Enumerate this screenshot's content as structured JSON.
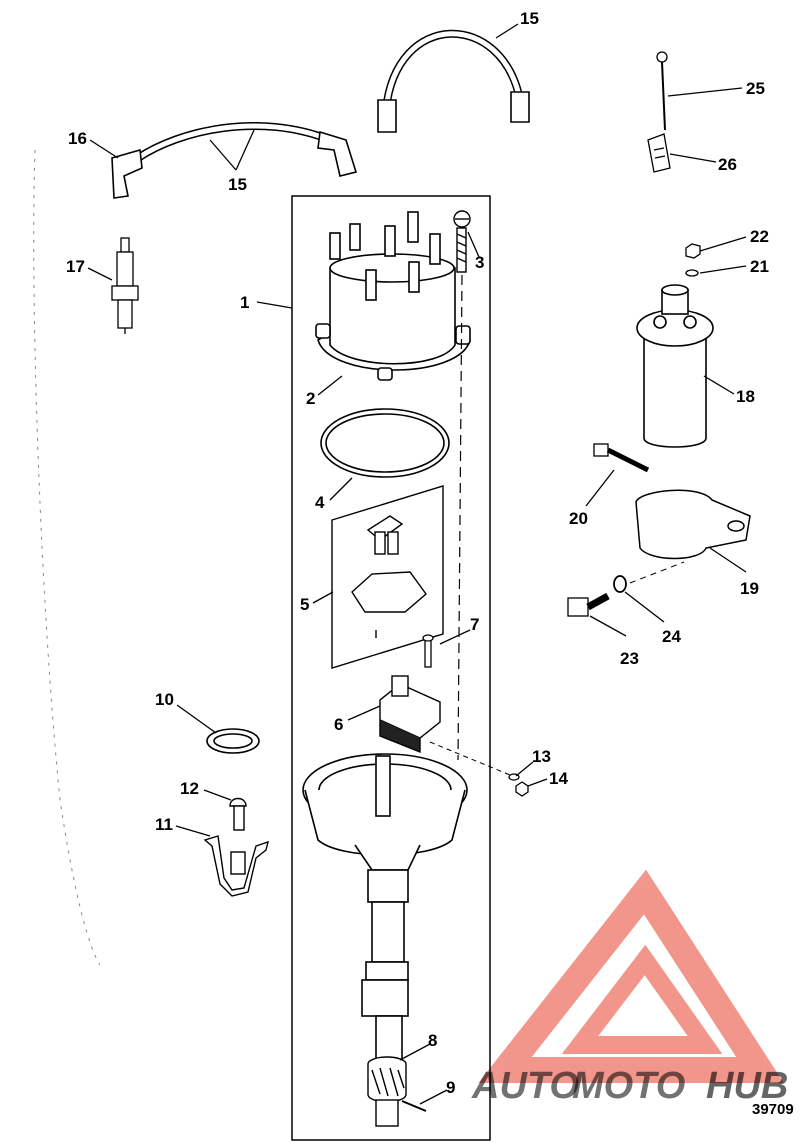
{
  "diagram": {
    "callouts": [
      {
        "id": "c1",
        "label": "1"
      },
      {
        "id": "c2",
        "label": "2"
      },
      {
        "id": "c3",
        "label": "3"
      },
      {
        "id": "c4",
        "label": "4"
      },
      {
        "id": "c5",
        "label": "5"
      },
      {
        "id": "c6",
        "label": "6"
      },
      {
        "id": "c7",
        "label": "7"
      },
      {
        "id": "c8",
        "label": "8"
      },
      {
        "id": "c9",
        "label": "9"
      },
      {
        "id": "c10",
        "label": "10"
      },
      {
        "id": "c11",
        "label": "11"
      },
      {
        "id": "c12",
        "label": "12"
      },
      {
        "id": "c13",
        "label": "13"
      },
      {
        "id": "c14",
        "label": "14"
      },
      {
        "id": "c15a",
        "label": "15"
      },
      {
        "id": "c15b",
        "label": "15"
      },
      {
        "id": "c16",
        "label": "16"
      },
      {
        "id": "c17",
        "label": "17"
      },
      {
        "id": "c18",
        "label": "18"
      },
      {
        "id": "c19",
        "label": "19"
      },
      {
        "id": "c20",
        "label": "20"
      },
      {
        "id": "c21",
        "label": "21"
      },
      {
        "id": "c22",
        "label": "22"
      },
      {
        "id": "c23",
        "label": "23"
      },
      {
        "id": "c24",
        "label": "24"
      },
      {
        "id": "c25",
        "label": "25"
      },
      {
        "id": "c26",
        "label": "26"
      }
    ],
    "figure_number": "39709",
    "watermark": {
      "part1": "AUTO",
      "part2": "MOTO",
      "part3": "HUB"
    },
    "colors": {
      "line": "#000000",
      "watermark_red": "#e8412f",
      "watermark_orange": "#f5a623",
      "watermark_gray": "#9b9b9b"
    }
  }
}
